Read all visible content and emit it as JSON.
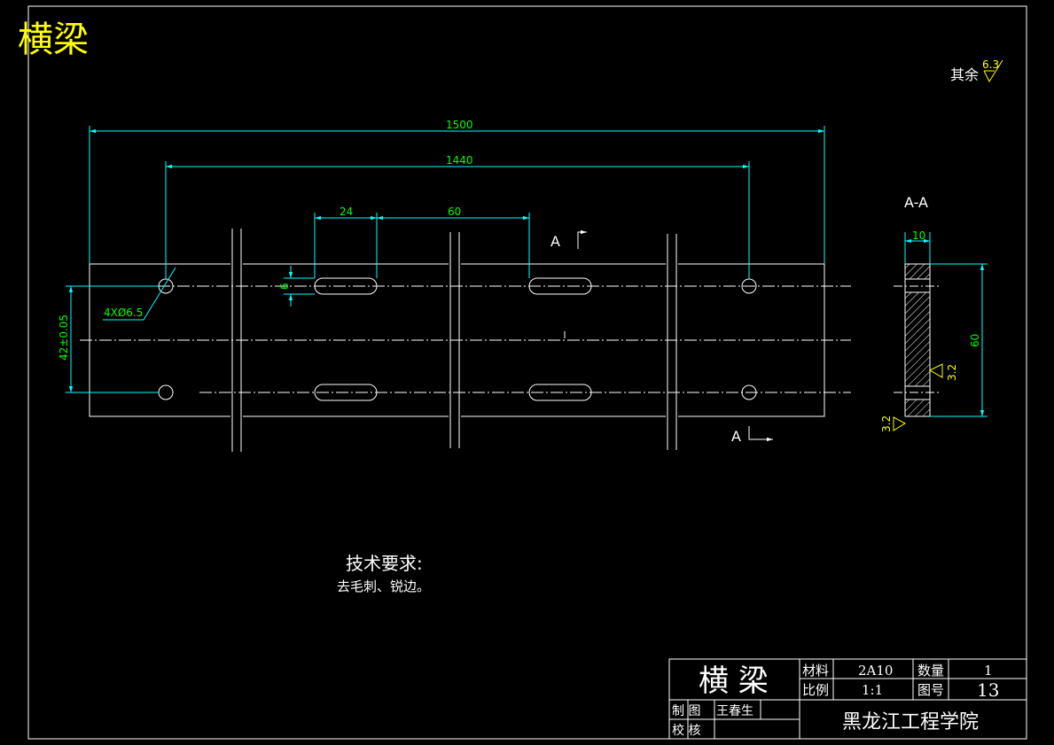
{
  "header": {
    "title": "横梁",
    "title_color": "#ffff00"
  },
  "surface_note": {
    "label": "其余",
    "roughness": "6.3"
  },
  "dimensions": {
    "overall_length": "1500",
    "hole_span": "1440",
    "slot_length": "24",
    "slot_pitch": "60",
    "slot_width": "6",
    "hole_spacing": "42±0.05",
    "hole_callout": "4XØ6.5",
    "section_thickness": "10",
    "section_height": "60"
  },
  "section": {
    "label": "A-A",
    "cut_top": "A",
    "cut_bottom": "A",
    "roughness_side": "3.2",
    "roughness_bottom": "3.2"
  },
  "tech_requirements": {
    "heading": "技术要求:",
    "body": "去毛刺、锐边。"
  },
  "title_block": {
    "part_name": "横 梁",
    "material_label": "材料",
    "material_value": "2A10",
    "quantity_label": "数量",
    "quantity_value": "1",
    "scale_label": "比例",
    "scale_value": "1:1",
    "drawing_no_label": "图号",
    "drawing_no_value": "13",
    "drawn_label": "制 图",
    "drawn_value": "王春生",
    "checked_label": "校 核",
    "institution": "黑龙江工程学院"
  },
  "colors": {
    "background": "#000000",
    "lines": "#ffffff",
    "dims": "#00ffff",
    "dim_text": "#00ff00",
    "symbols": "#ffff00"
  }
}
